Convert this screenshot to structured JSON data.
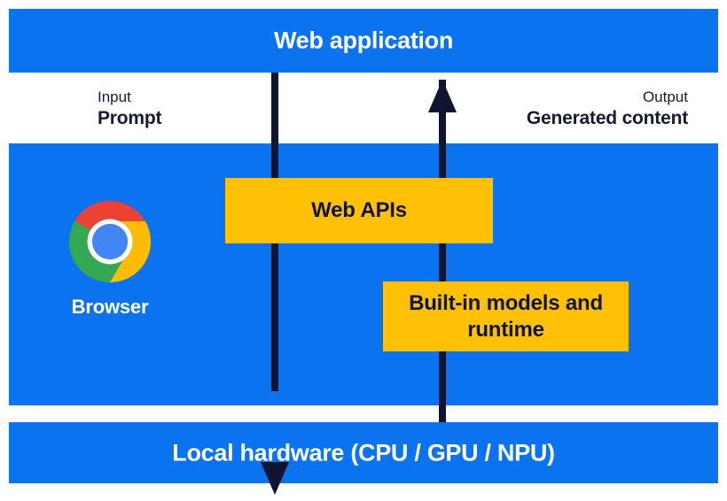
{
  "diagram": {
    "title": "Built-in AI web architecture",
    "colors": {
      "band_blue": "#0B72F0",
      "box_yellow": "#FFC005",
      "arrow_navy": "#0F1430",
      "text_on_blue": "#FFFFFF",
      "text_dark": "#141B35",
      "background": "#FFFFFF"
    },
    "bands": {
      "top": {
        "label": "Web application"
      },
      "middle": {
        "label": ""
      },
      "bottom": {
        "label": "Local hardware (CPU / GPU / NPU)"
      }
    },
    "captions": {
      "input": {
        "kind": "Input",
        "value": "Prompt"
      },
      "output": {
        "kind": "Output",
        "value": "Generated content"
      }
    },
    "boxes": {
      "web_apis": {
        "label": "Web APIs"
      },
      "built_in": {
        "label": "Built-in models and runtime"
      }
    },
    "browser": {
      "label": "Browser",
      "icon": "chrome-logo-icon",
      "icon_colors": {
        "red": "#EA4335",
        "yellow": "#FBBC05",
        "green": "#34A853",
        "blue": "#4285F4",
        "ring": "#FFFFFF"
      }
    },
    "arrows": {
      "input_flow": {
        "name": "input-arrow",
        "direction": "down",
        "from": "Web application",
        "to": "Local hardware (CPU / GPU / NPU)"
      },
      "output_flow": {
        "name": "output-arrow",
        "direction": "up",
        "from": "Local hardware (CPU / GPU / NPU)",
        "to": "Web application"
      }
    }
  }
}
